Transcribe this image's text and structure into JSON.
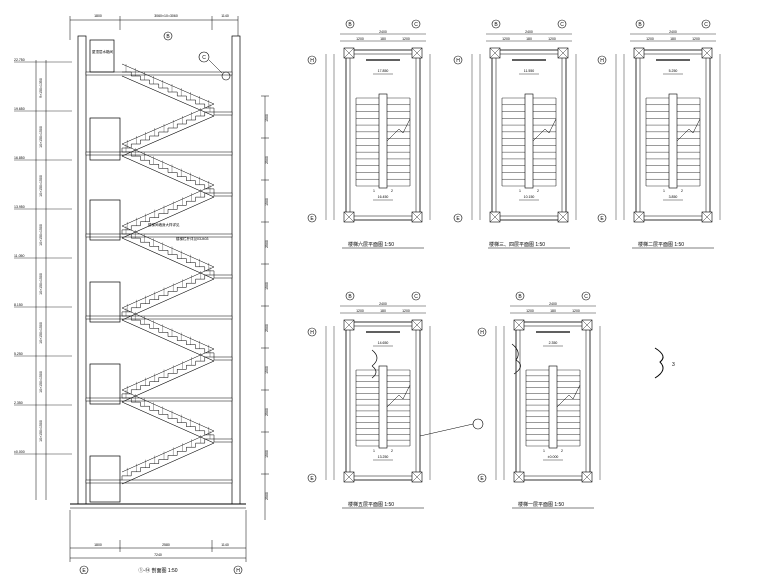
{
  "section": {
    "bottom_caption": "①-⑭ 剖面图  1:50",
    "top_dims": [
      "1800",
      "3060×10=3060",
      "1140"
    ],
    "bottom_dims": [
      "1800",
      "2580",
      "1140"
    ],
    "total_width": "7240",
    "axis_left": "E",
    "axis_right": "H",
    "axis_top": "B",
    "axis_callout": "C",
    "roof_note": "屋顶层水箱间",
    "mid_note_1": "楼梯间墙身大样详见",
    "mid_note_2": "楼梯栏杆详见03J403",
    "left_levels": [
      {
        "elev": "22.750",
        "seg": "9×150=1350"
      },
      {
        "elev": "19.650",
        "seg": "10×150=1500"
      },
      {
        "elev": "16.850",
        "seg": "10×150=1500"
      },
      {
        "elev": "13.950",
        "seg": "10×150=1500"
      },
      {
        "elev": "11.050",
        "seg": "10×150=1500"
      },
      {
        "elev": "8.150",
        "seg": "10×150=1500"
      },
      {
        "elev": "5.250",
        "seg": "10×150=1500"
      },
      {
        "elev": "2.350",
        "seg": "10×150=1500"
      },
      {
        "elev": "±0.000",
        "seg": ""
      }
    ],
    "right_dims": [
      "1500",
      "2500",
      "1500",
      "2500",
      "1500",
      "2500",
      "1500",
      "2500",
      "1500",
      "2500"
    ]
  },
  "plans": [
    {
      "caption": "楼梯六层平面图  1:50",
      "top_axes": [
        "B",
        "C"
      ],
      "side_axes": [
        "H",
        "E"
      ],
      "dims_top": [
        "1200",
        "180",
        "1200"
      ],
      "total": "2400",
      "elev_top": "17.850",
      "elev_bot": "16.450",
      "marks": [
        "1",
        "2"
      ]
    },
    {
      "caption": "楼梯三、四层平面图  1:50",
      "top_axes": [
        "B",
        "C"
      ],
      "side_axes": [
        "H",
        "E"
      ],
      "dims_top": [
        "1200",
        "180",
        "1200"
      ],
      "total": "2400",
      "elev_top": "11.550",
      "elev_bot": "10.150",
      "marks": [
        "1",
        "2"
      ]
    },
    {
      "caption": "楼梯二层平面图  1:50",
      "top_axes": [
        "B",
        "C"
      ],
      "side_axes": [
        "H",
        "E"
      ],
      "dims_top": [
        "1200",
        "180",
        "1200"
      ],
      "total": "2400",
      "elev_top": "5.250",
      "elev_bot": "3.850",
      "marks": [
        "1",
        "2"
      ]
    },
    {
      "caption": "楼梯五层平面图  1:50",
      "top_axes": [
        "B",
        "C"
      ],
      "side_axes": [
        "H",
        "E"
      ],
      "dims_top": [
        "1200",
        "180",
        "1200"
      ],
      "total": "2400",
      "elev_top": "14.650",
      "elev_bot": "13.250",
      "marks": [
        "1",
        "2"
      ]
    },
    {
      "caption": "楼梯一层平面图  1:50",
      "top_axes": [
        "B",
        "C"
      ],
      "side_axes": [
        "H",
        "E"
      ],
      "dims_top": [
        "1200",
        "180",
        "1200"
      ],
      "total": "2400",
      "elev_top": "2.350",
      "elev_bot": "±0.000",
      "marks": [
        "1",
        "2"
      ]
    }
  ],
  "side_mark": "3"
}
